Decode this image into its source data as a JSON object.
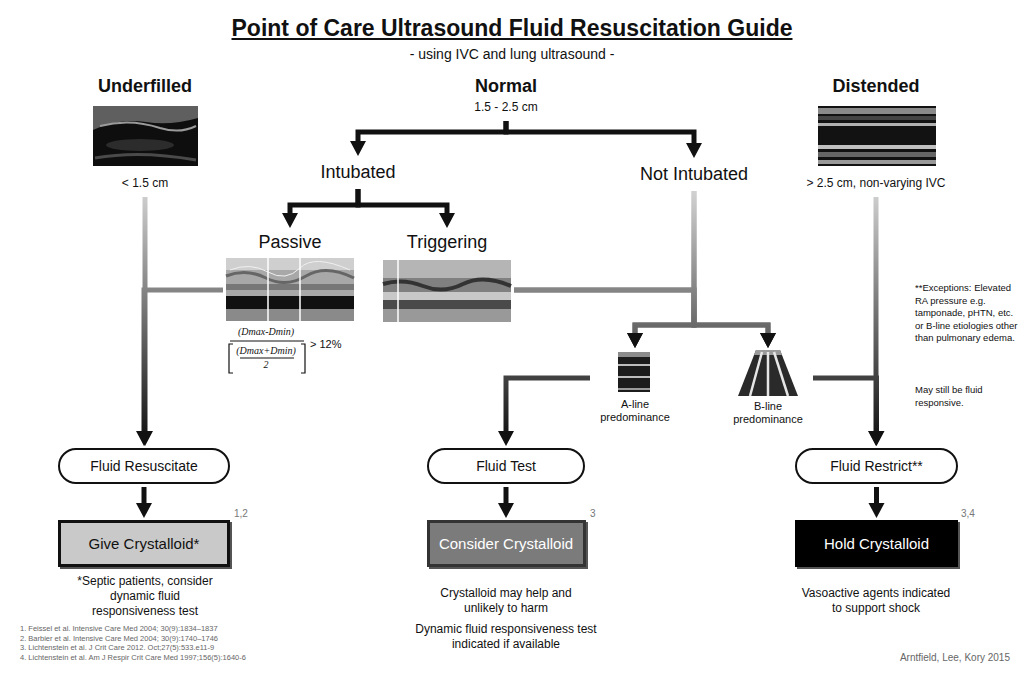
{
  "diagram": {
    "title": "Point of Care Ultrasound Fluid Resuscitation Guide",
    "nodes": [
      {
        "text": [
          "Underfilled",
          "< 1.5 cm"
        ]
      },
      {
        "text": [
          "Normal",
          "1.5 - 2.5 cm"
        ]
      },
      {
        "text": [
          "Distended",
          "> 2.5 cm, non-varying IVC"
        ]
      },
      {
        "text": [
          "Intubated"
        ]
      },
      {
        "text": [
          "Not Intubated"
        ]
      },
      {
        "text": [
          "Passive",
          "(Dmax-Dmin)",
          "(Dmax+Dmin)",
          "2",
          "> 12%"
        ]
      },
      {
        "text": [
          "Triggering"
        ]
      },
      {
        "text": [
          "A-line predominance"
        ]
      },
      {
        "text": [
          "B-line predominance"
        ]
      },
      {
        "text": [
          "Fluid Resuscitate"
        ]
      },
      {
        "text": [
          "Fluid Test"
        ]
      },
      {
        "text": [
          "Fluid Restrict**"
        ]
      },
      {
        "text": [
          "Give Crystalloid*"
        ]
      },
      {
        "text": [
          "Consider Crystalloid"
        ]
      },
      {
        "text": [
          "Hold Crystalloid"
        ]
      }
    ],
    "edges": [
      {
        "from": 0,
        "to": 9,
        "arrow": "to"
      },
      {
        "from": 1,
        "to": 3,
        "arrow": "to"
      },
      {
        "from": 1,
        "to": 4,
        "arrow": "to"
      },
      {
        "from": 3,
        "to": 5,
        "arrow": "to"
      },
      {
        "from": 3,
        "to": 6,
        "arrow": "to"
      },
      {
        "from": 5,
        "to": 9,
        "arrow": "to"
      },
      {
        "from": 4,
        "to": 7,
        "arrow": "to"
      },
      {
        "from": 4,
        "to": 8,
        "arrow": "to"
      },
      {
        "from": 6,
        "to": 7,
        "arrow": "to"
      },
      {
        "from": 6,
        "to": 8,
        "arrow": "to"
      },
      {
        "from": 7,
        "to": 10,
        "arrow": "to"
      },
      {
        "from": 8,
        "to": 11,
        "arrow": "to"
      },
      {
        "from": 2,
        "to": 11,
        "arrow": "to"
      },
      {
        "from": 9,
        "to": 12,
        "arrow": "to"
      },
      {
        "from": 10,
        "to": 13,
        "arrow": "to"
      },
      {
        "from": 11,
        "to": 14,
        "arrow": "to"
      }
    ],
    "labels": [
      "- using IVC and lung ultrasound -",
      "1,2",
      "3",
      "3,4",
      "*Septic patients, consider dynamic fluid responsiveness test",
      "Crystalloid may help and unlikely to harm",
      "Dynamic fluid responsiveness test indicated if available",
      "**Exceptions: Elevated RA pressure e.g. tamponade, pHTN, etc. or B-line etiologies other than pulmonary edema.",
      "May still be fluid responsive.",
      "Vasoactive agents indicated to support shock",
      "1. Feissel et al. Intensive Care Med 2004; 30(9):1834–1837",
      "2. Barbier et al. Intensive Care Med 2004; 30(9):1740–1746",
      "3. Lichtenstein et al. J Crit Care 2012. Oct;27(5):533.e11-9",
      "4. Lichtenstein et al. Am J Respir Crit Care Med 1997;156(5):1640-6",
      "Arntfield, Lee, Kory 2015"
    ]
  }
}
